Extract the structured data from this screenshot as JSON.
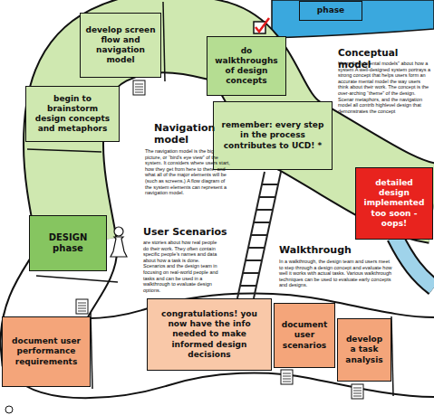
{
  "diagram": {
    "nodes": [
      {
        "text": [
          "phase"
        ]
      },
      {
        "text": [
          "develop screen flow and navigation model"
        ]
      },
      {
        "text": [
          "do walkthroughs of design concepts"
        ]
      },
      {
        "text": [
          "begin to brainstorm design concepts and metaphors"
        ]
      },
      {
        "text": [
          "remember: every step in the process contributes to UCD! *"
        ]
      },
      {
        "text": [
          "DESIGN phase"
        ]
      },
      {
        "text": [
          "detailed design implemented too soon - oops!"
        ]
      },
      {
        "text": [
          "document user performance requirements"
        ]
      },
      {
        "text": [
          "congratulations! you now have the info needed to make informed design decisions"
        ]
      },
      {
        "text": [
          "document user scenarios"
        ]
      },
      {
        "text": [
          "develop a task analysis"
        ]
      }
    ],
    "labels": [
      "Conceptual model",
      "Users form “mental models” about how a system A well-designed system portrays a strong concept that helps users form an accurate mental model the way users think about their work. The concept is the over-arching “theme” of the design. Scenar metaphors, and the navigation model all contrib highlevel design that demonstrates the concept",
      "Navigation model",
      "The navigation model is the big picture, or “bird’s eye view” of the system. It considers where users start, how they get from here to there, and what all of the major elements will be (such as screens.) A flow diagram of the system elements can represent a navigation model.",
      "User Scenarios",
      "are stories about how real people do their work. They often contain specific people’s names and data about how a task is done. Scenarios and the design team in focusing on real-world people and tasks and can be used in a walkthrough to evaluate design options.",
      "Walkthrough",
      "In a walkthrough, the design team and users meet to step through a design concept and evaluate how well it works with actual tasks. Various walkthrough techniques can be used to evaluate early concepts and designs."
    ]
  }
}
